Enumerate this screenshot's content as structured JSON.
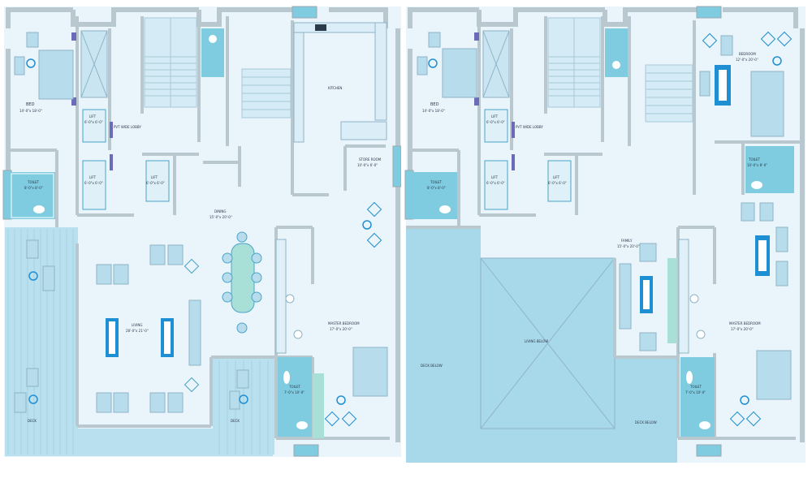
{
  "colors": {
    "background": "#ffffff",
    "floor": "#e9f4fb",
    "wall": "#b9c7cf",
    "wall_dark": "#9aa9b2",
    "furniture": "#b7dcec",
    "furniture_dark": "#1f8fd3",
    "deck": "#b9e0ee",
    "void": "#a8d9ea",
    "toilet": "#7fcbe0",
    "purple": "#6b6bb8"
  },
  "plans": [
    {
      "id": "plan-left",
      "rooms": {
        "bed": {
          "title": "BED",
          "size": "14'-0\"x 18'-0\""
        },
        "lift1": {
          "title": "LIFT",
          "size": "6'-0\"x 6'-0\""
        },
        "lift2": {
          "title": "LIFT",
          "size": "6'-0\"x 6'-0\""
        },
        "lift3": {
          "title": "LIFT",
          "size": "6'-0\"x 6'-0\""
        },
        "lobby": {
          "title": "PVT WIDE LOBBY"
        },
        "kitchen": {
          "title": "KITCHEN"
        },
        "store": {
          "title": "STORE ROOM",
          "size": "10'-0\"x 6'-0\""
        },
        "toilet_left": {
          "title": "TOILET",
          "size": "8'-0\"x 8'-0\""
        },
        "dining": {
          "title": "DINING",
          "size": "15'-0\"x 20'-0\""
        },
        "living": {
          "title": "LIVING",
          "size": "28'-0\"x 21'-0\""
        },
        "master": {
          "title": "MASTER BEDROOM",
          "size": "17'-0\"x 20'-0\""
        },
        "toilet_master": {
          "title": "TOILET",
          "size": "7'-0\"x 10'-0\""
        },
        "deck_left": {
          "title": "DECK"
        },
        "deck_right": {
          "title": "DECK"
        }
      }
    },
    {
      "id": "plan-right",
      "rooms": {
        "bed": {
          "title": "BED",
          "size": "14'-0\"x 18'-0\""
        },
        "bedroom": {
          "title": "BEDROOM",
          "size": "12'-0\"x 20'-0\""
        },
        "lift1": {
          "title": "LIFT",
          "size": "6'-0\"x 6'-0\""
        },
        "lift2": {
          "title": "LIFT",
          "size": "6'-0\"x 6'-0\""
        },
        "lift3": {
          "title": "LIFT",
          "size": "6'-0\"x 6'-0\""
        },
        "lobby": {
          "title": "PVT WIDE LOBBY"
        },
        "toilet_left": {
          "title": "TOILET",
          "size": "8'-0\"x 8'-0\""
        },
        "toilet_right": {
          "title": "TOILET",
          "size": "10'-0\"x 8'-0\""
        },
        "family": {
          "title": "FAMILY",
          "size": "15'-0\"x 20'-0\""
        },
        "living_below": {
          "title": "LIVING BELOW"
        },
        "deck_below_left": {
          "title": "DECK BELOW"
        },
        "deck_below_bottom": {
          "title": "DECK BELOW"
        },
        "master": {
          "title": "MASTER BEDROOM",
          "size": "17'-0\"x 20'-0\""
        },
        "toilet_master": {
          "title": "TOILET",
          "size": "7'-0\"x 10'-0\""
        }
      }
    }
  ],
  "icons": [
    "bed-icon",
    "wc-icon",
    "wash-basin-icon",
    "stair-icon",
    "armchair-icon",
    "dining-table-icon",
    "plant-icon",
    "sofa-icon",
    "lift-icon"
  ]
}
